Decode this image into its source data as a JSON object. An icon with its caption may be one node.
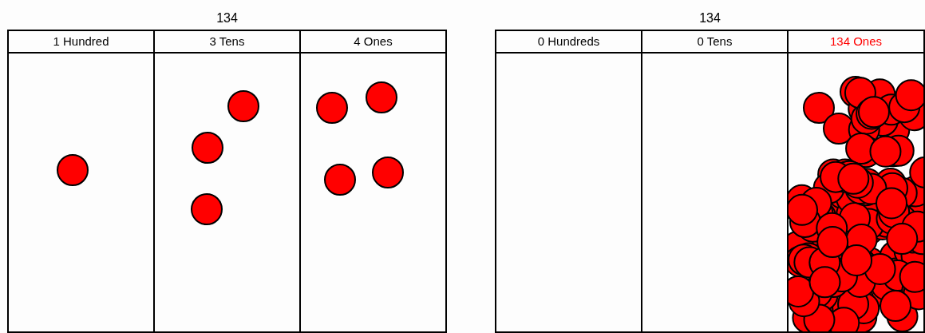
{
  "diagram": {
    "nodes": [
      {
        "text": [
          "134"
        ]
      },
      {
        "text": [
          "1 Hundred"
        ],
        "in": 0
      },
      {
        "text": [
          "3 Tens"
        ],
        "in": 0
      },
      {
        "text": [
          "4 Ones"
        ],
        "in": 0
      },
      {
        "text": [
          "134"
        ]
      },
      {
        "text": [
          "0 Hundreds"
        ],
        "in": 4
      },
      {
        "text": [
          "0 Tens"
        ],
        "in": 4
      },
      {
        "text": [
          "134 Ones"
        ],
        "in": 4
      }
    ]
  }
}
